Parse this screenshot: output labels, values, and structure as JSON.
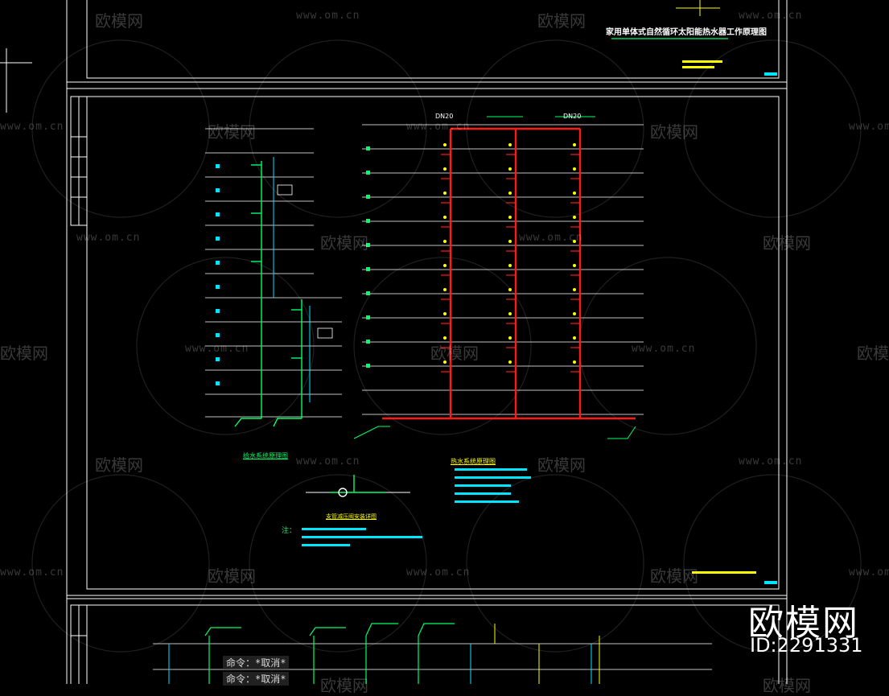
{
  "top_sheet": {
    "title": "家用单体式自然循环太阳能热水器工作原理图"
  },
  "main_sheet": {
    "left_diagram_title": "给水系统原理图",
    "right_diagram_title": "热水系统原理图",
    "pipe_labels": {
      "dn20_a": "DN20",
      "dn20_b": "DN20"
    },
    "detail_title": "支管减压阀安装详图",
    "notes_heading": "注："
  },
  "watermark": {
    "brand": "欧模网",
    "url": "www.om.cn"
  },
  "command_line": {
    "line1": "命令：*取消*",
    "line2": "命令：*取消*"
  },
  "brand_overlay": {
    "name": "欧模网",
    "id": "ID:2291331"
  },
  "colors": {
    "frame": "#ffffff",
    "hot_water": "#ff1a1a",
    "cold_water": "#00ff66",
    "cyan": "#00e5ff",
    "yellow": "#ffff00"
  }
}
